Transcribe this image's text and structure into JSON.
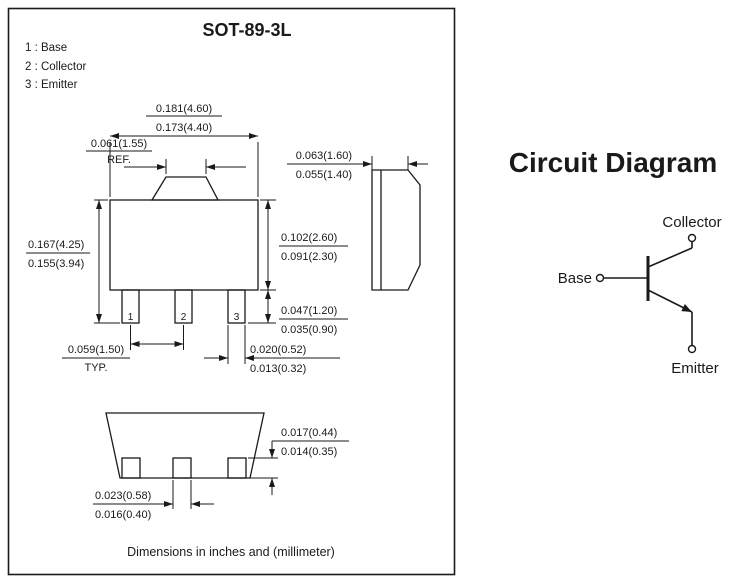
{
  "colors": {
    "ink": "#1a1a1a",
    "paper": "#ffffff"
  },
  "header": {
    "title": "SOT-89-3L"
  },
  "pin_legend": [
    "1 : Base",
    "2 : Collector",
    "3 : Emitter"
  ],
  "front_view": {
    "pins": [
      "1",
      "2",
      "3"
    ]
  },
  "dims": {
    "body_width": {
      "max": "0.181(4.60)",
      "min": "0.173(4.40)"
    },
    "tab_width": {
      "value": "0.061(1.55)",
      "note": "REF."
    },
    "side_thickness": {
      "max": "0.063(1.60)",
      "min": "0.055(1.40)"
    },
    "overall_height": {
      "max": "0.167(4.25)",
      "min": "0.155(3.94)"
    },
    "body_height": {
      "max": "0.102(2.60)",
      "min": "0.091(2.30)"
    },
    "lead_length": {
      "max": "0.047(1.20)",
      "min": "0.035(0.90)"
    },
    "lead_pitch": {
      "value": "0.059(1.50)",
      "note": "TYP."
    },
    "lead_width": {
      "max": "0.020(0.52)",
      "min": "0.013(0.32)"
    },
    "pad_height": {
      "max": "0.017(0.44)",
      "min": "0.014(0.35)"
    },
    "pad_width": {
      "max": "0.023(0.58)",
      "min": "0.016(0.40)"
    }
  },
  "footer": {
    "note": "Dimensions in inches and (millimeter)"
  },
  "circuit": {
    "heading": "Circuit Diagram",
    "labels": {
      "collector": "Collector",
      "base": "Base",
      "emitter": "Emitter"
    }
  }
}
